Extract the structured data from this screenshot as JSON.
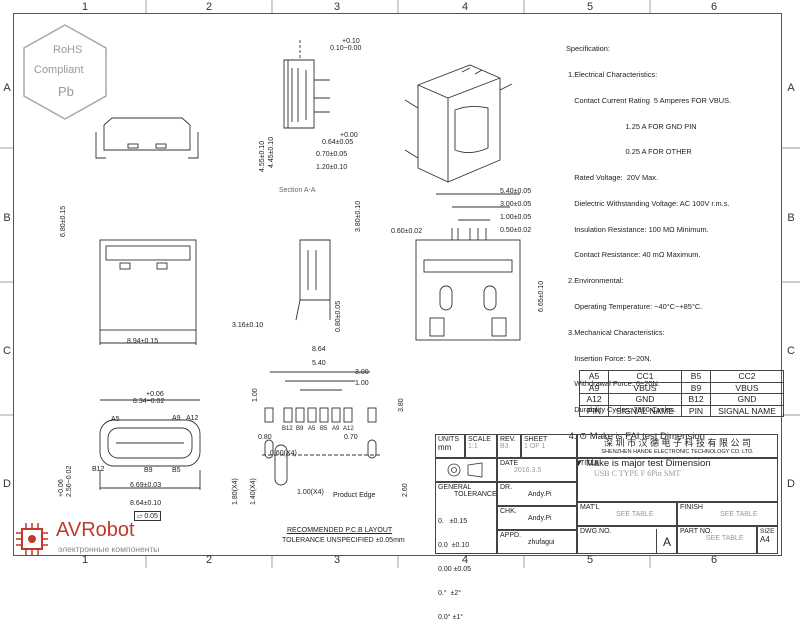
{
  "zones": {
    "columns": [
      "1",
      "2",
      "3",
      "4",
      "5",
      "6"
    ],
    "rows": [
      "A",
      "B",
      "C",
      "D"
    ]
  },
  "rohs": {
    "line1": "RoHS",
    "line2": "Compliant",
    "line3": "Pb"
  },
  "section_label": "Section A-A",
  "specification": {
    "lines": [
      "Specification:",
      " 1.Electrical Characteristics:",
      "    Contact Current Rating  5 Amperes FOR VBUS.",
      "                             1.25 A FOR GND PIN",
      "                             0.25 A FOR OTHER",
      "    Rated Voltage:  20V Max.",
      "    Dielectric Withstanding Voltage: AC 100V r.m.s.",
      "    Insulation Resistance: 100 MΩ Minimum.",
      "    Contact Resistance: 40 mΩ Maximum.",
      " 2.Environmental:",
      "    Operating Temperature: −40°C~+85°C.",
      " 3.Mechanical Characteristics:",
      "    Insertion Force: 5~20N.",
      "    Withdrawal Force: 6~20N.",
      "    Durability Cycles: 3000 Cycles."
    ],
    "note1": " 4. ⊙ Make is FAI test Dimension",
    "note2": "   ▼ Make is major test Dimension"
  },
  "dimensions": {
    "d_010": "+0.10",
    "d_010b": "0.10~0.00",
    "d_455": "4.55±0.10",
    "d_445": "4.45±0.10",
    "d_064": "0.64±0.05",
    "d_064t": "+0.00",
    "d_070": "0.70±0.05",
    "d_120": "1.20±0.10",
    "d_680": "6.80±0.15",
    "d_894": "8.94±0.15",
    "d_380": "3.80±0.10",
    "d_080": "0.80±0.05",
    "d_316": "3.16±0.10",
    "d_060": "0.60±0.02",
    "d_540": "5.40±0.05",
    "d_300": "3.00±0.05",
    "d_100": "1.00±0.05",
    "d_050": "0.50±0.02",
    "d_665": "6.65±0.10",
    "d_834t": "+0.06",
    "d_834": "8.34−0.02",
    "d_256t": "+0.06",
    "d_256": "2.56−0.02",
    "d_669": "6.69±0.03",
    "d_864": "8.64±0.10",
    "d_flat": "⏥ 0.05",
    "r_864": "8.64",
    "r_540": "5.40",
    "r_300": "3.00",
    "r_100": "1.00",
    "r_380": "3.80",
    "r_080": "0.80",
    "r_070": "0.70",
    "r_060x4": "0.60(X4)",
    "r_180x4": "1.80(X4)",
    "r_140x4": "1.40(X4)",
    "r_100x4": "1.00(X4)",
    "r_260": "2.60",
    "product_edge": "Product Edge",
    "pcb_label": "RECOMMENDED   P.C.B  LAYOUT",
    "tolerance_label": "TOLERANCE  UNSPECIFIED  ±0.05mm"
  },
  "pin_labels_front": [
    "A5",
    "A9",
    "A12",
    "B12",
    "B9",
    "B5"
  ],
  "pin_labels_pcb": [
    "B12",
    "B9",
    "A5",
    "B5",
    "A9",
    "A12"
  ],
  "pin_table": [
    [
      "A5",
      "CC1",
      "B5",
      "CC2"
    ],
    [
      "A9",
      "VBUS",
      "B9",
      "VBUS"
    ],
    [
      "A12",
      "GND",
      "B12",
      "GND"
    ],
    [
      "PIN",
      "SIGNAL NAME",
      "PIN",
      "SIGNAL NAME"
    ]
  ],
  "title_block": {
    "units_label": "UNITS",
    "units_value": "mm",
    "scale_label": "SCALE",
    "scale_value": "1:1",
    "rev_label": "REV.",
    "rev_value": "B3",
    "sheet_label": "SHEET",
    "sheet_value": "1 OF 1",
    "company_cn": "深 圳 市 汉 德 电 子 科 技 有 限 公 司",
    "company_en": "SHENZHEN HANDE ELECTRONIC TECHNOLOGY CO. LTD.",
    "date_label": "DATE",
    "date_value": "2016.3.5",
    "general": "GENERAL",
    "tolerance": "TOLERANCE",
    "tol_lines": [
      "0.   ±0.15",
      "0.0  ±0.10",
      "0.00 ±0.05",
      "0.°  ±2°",
      "0.0° ±1°"
    ],
    "dr_label": "DR.",
    "dr_value": "Andy.Pi",
    "chk_label": "CHK.",
    "chk_value": "Andy.Pi",
    "appd_label": "APPD.",
    "appd_value": "zhufagui",
    "title_label": "TITLE",
    "title_value": "USB C TYPE F 6Pin SMT",
    "matl_label": "MAT'L",
    "matl_value": "SEE TABLE",
    "finish_label": "FINISH",
    "finish_value": "SEE TABLE",
    "dwg_label": "DWG.NO.",
    "dwg_rev": "A",
    "part_label": "PART NO.",
    "part_value": "SEE TABLE",
    "size_label": "SIZE",
    "size_value": "A4"
  },
  "logo": {
    "name": "AVRobot",
    "tagline": "электронные компоненты",
    "color": "#c0392b"
  }
}
